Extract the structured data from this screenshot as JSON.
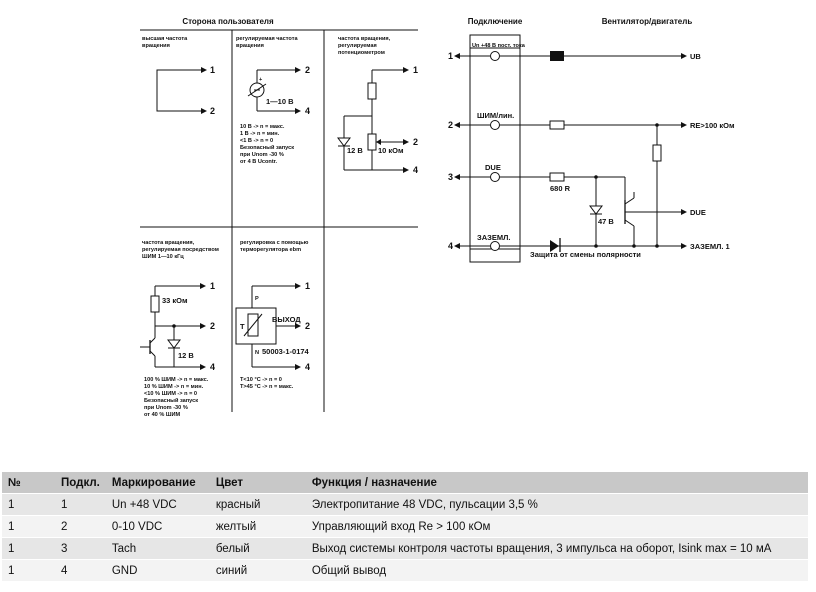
{
  "diagram": {
    "left_title": "Сторона пользователя",
    "conn_title": "Подключение",
    "fan_title": "Вентилятор/двигатель",
    "panel1": {
      "title1": "высшая частота",
      "title2": "вращения"
    },
    "panel2": {
      "title1": "регулируемая частота",
      "title2": "вращения",
      "resistor": "1—10 В",
      "n1": "10 В -> n = макс.",
      "n2": "1 В -> n = мин.",
      "n3": "<1 В -> n = 0",
      "n4": "Безопасный запуск",
      "n5": "при Unom -30 %",
      "n6": "от 4 В Ucontr."
    },
    "panel3": {
      "title1": "частота вращения,",
      "title2": "регулируемая",
      "title3": "потенциометром",
      "zener": "12 В",
      "pot": "10 кОм"
    },
    "panel4": {
      "title1": "частота вращения,",
      "title2": "регулируемая посредством",
      "title3": "ШИМ 1—10 кГц",
      "resistor": "33 кОм",
      "zener": "12 В",
      "n1": "100 % ШИМ -> n = макс.",
      "n2": "10 % ШИМ -> n = мин.",
      "n3": "<10 % ШИМ -> n = 0",
      "n4": "Безопасный запуск",
      "n5": "при Unom -30 %",
      "n6": "от 40 % ШИМ"
    },
    "panel5": {
      "title1": "регулировка с помощью",
      "title2": "терморегулятора ebm",
      "p": "P",
      "n": "N",
      "t": "T",
      "out": "ВЫХОД",
      "part": "50003-1-0174",
      "n1": "T<10 °C -> n = 0",
      "n2": "T>45 °C -> n = макс."
    },
    "pins_left": [
      "1",
      "2",
      "4"
    ],
    "conn": {
      "pins": [
        "1",
        "2",
        "3",
        "4"
      ],
      "labels": [
        "Un +48 В пост. тока",
        "ШИМ/лин.",
        "DUE",
        "ЗАЗЕМЛ."
      ],
      "r680": "680 R",
      "z47": "47 В",
      "ub": "UB",
      "re": "RE>100 кОм",
      "due": "DUE",
      "gnd": "ЗАЗЕМЛ. 1",
      "polarity": "Защита от смены полярности"
    }
  },
  "table": {
    "headers": [
      "№",
      "Подкл.",
      "Маркирование",
      "Цвет",
      "Функция / назначение"
    ],
    "rows": [
      [
        "1",
        "1",
        "Un +48 VDC",
        "красный",
        "Электропитание 48 VDC, пульсации 3,5 %"
      ],
      [
        "1",
        "2",
        "0-10 VDC",
        "желтый",
        "Управляющий вход Re > 100 кОм"
      ],
      [
        "1",
        "3",
        "Tach",
        "белый",
        "Выход системы контроля частоты вращения, 3 импульса на оборот, Isink max = 10 мА"
      ],
      [
        "1",
        "4",
        "GND",
        "синий",
        "Общий вывод"
      ]
    ]
  }
}
